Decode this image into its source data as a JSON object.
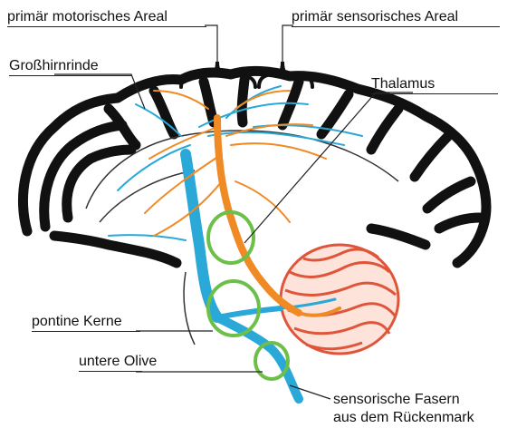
{
  "labels": {
    "primary_motor": "primär motorisches Areal",
    "primary_sensory": "primär sensorisches Areal",
    "cortex": "Großhirnrinde",
    "thalamus": "Thalamus",
    "pontine": "pontine Kerne",
    "olive": "untere Olive",
    "sensory_fibers_line1": "sensorische Fasern",
    "sensory_fibers_line2": "aus dem Rückenmark"
  },
  "colors": {
    "cortex": "#111111",
    "blue_pathway": "#2aa8d8",
    "orange_pathway": "#f08a24",
    "green_nuclei": "#6cc04a",
    "cerebellum": "#e0553a",
    "leader_lines": "#222222"
  }
}
